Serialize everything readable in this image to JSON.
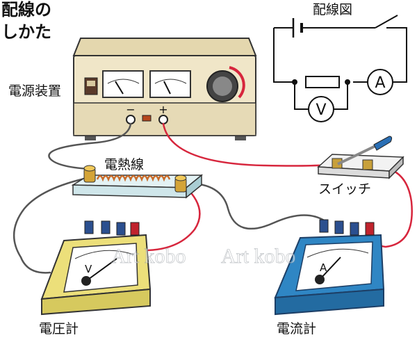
{
  "title_line1": "配線の",
  "title_line2": "しかた",
  "labels": {
    "power_supply": "電源装置",
    "minus": "−",
    "plus": "+",
    "heating_wire": "電熱線",
    "switch": "スイッチ",
    "voltmeter": "電圧計",
    "ammeter": "電流計",
    "schematic": "配線図",
    "voltmeter_symbol": "V",
    "ammeter_symbol": "A",
    "voltmeter_dial": "V",
    "ammeter_dial": "A"
  },
  "watermark": [
    "Art kobo",
    "Art kobo"
  ],
  "colors": {
    "supply_body": "#f0e6c8",
    "voltmeter_body": "#ecdf7a",
    "ammeter_body": "#2f86c4",
    "board": "#cfe6ea",
    "red_wire": "#d7263d",
    "gray_wire": "#555555"
  }
}
